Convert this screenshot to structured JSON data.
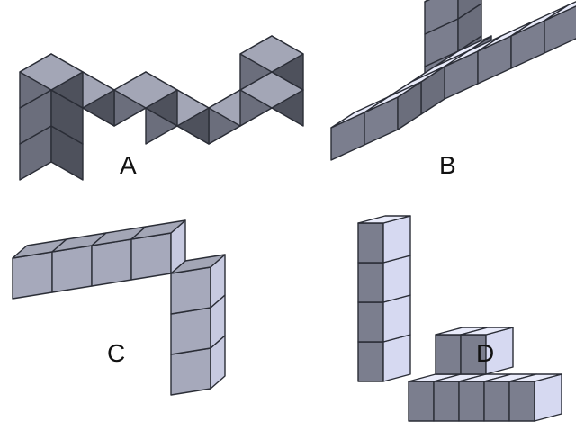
{
  "figures": [
    {
      "id": "A",
      "label": "A"
    },
    {
      "id": "B",
      "label": "B"
    },
    {
      "id": "C",
      "label": "C"
    },
    {
      "id": "D",
      "label": "D"
    }
  ],
  "colors": {
    "top_dark": "#a3a6b6",
    "front_dark": "#6b6e7c",
    "side_dark": "#4e515c",
    "top_light": "#e9ebfa",
    "front_light": "#7b7e8e",
    "side_light": "#d6d9f1",
    "flat_face": "#a6a9bb",
    "flat_face_light": "#c7cae0",
    "edge": "#2a2d36"
  }
}
